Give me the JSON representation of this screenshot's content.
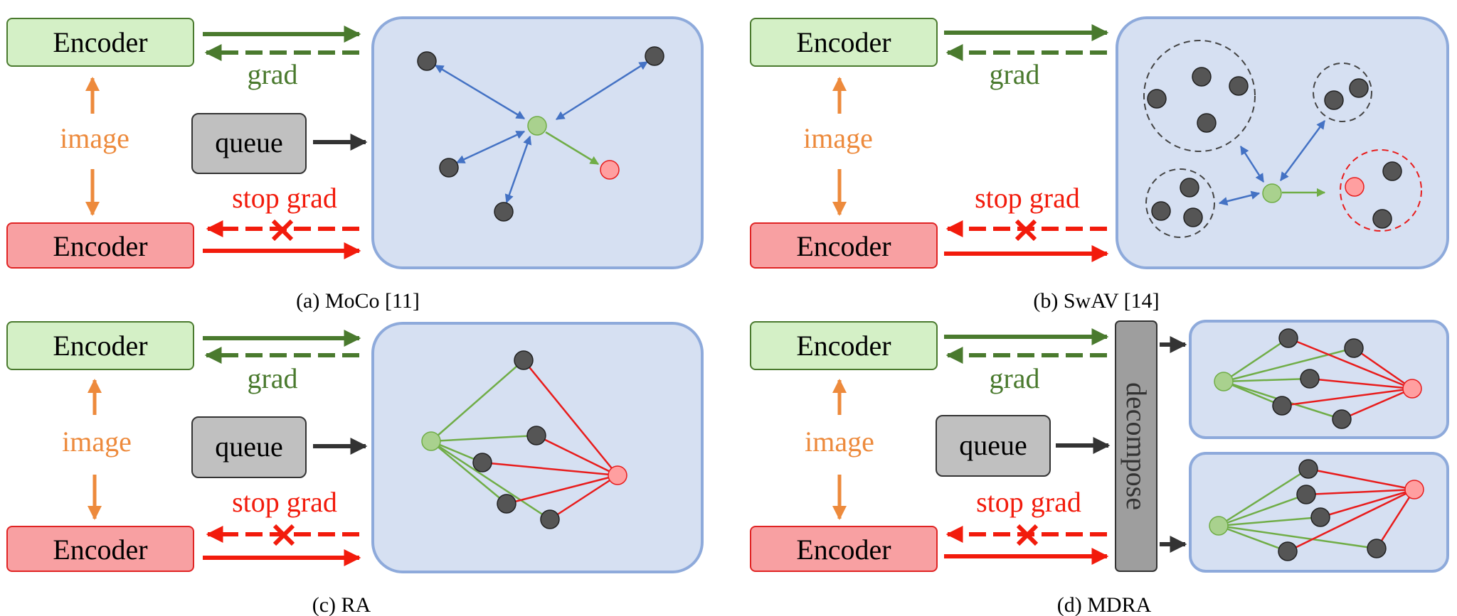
{
  "labels": {
    "encoder": "Encoder",
    "grad": "grad",
    "image": "image",
    "queue": "queue",
    "stop_grad": "stop grad",
    "decompose": "decompose"
  },
  "captions": {
    "a": "(a)  MoCo [11]",
    "b": "(b)  SwAV [14]",
    "c": "(c)  RA",
    "d": "(d)  MDRA"
  },
  "colors": {
    "encoder_top_fill": "#d4f0c6",
    "encoder_top_stroke": "#4a7a2e",
    "encoder_bottom_fill": "#f8a0a2",
    "encoder_bottom_stroke": "#e02424",
    "grad_green": "#4a7a2e",
    "image_orange": "#ed8a3c",
    "stop_red": "#f21b0c",
    "queue_fill": "#c0c0c0",
    "panel_fill": "#d6e0f2",
    "panel_stroke": "#8eaadb",
    "node_gray": "#555555",
    "node_green": "#a9d18e",
    "node_red": "#ff9fa0",
    "blue_edge": "#4472c4",
    "green_edge": "#70ad47",
    "red_edge": "#e81c1c"
  }
}
